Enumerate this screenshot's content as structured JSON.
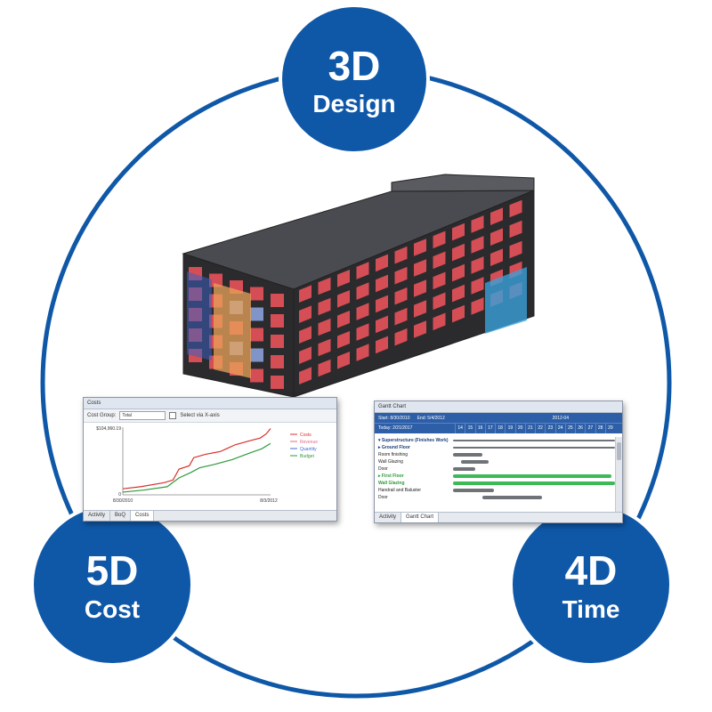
{
  "nodes": {
    "design": {
      "number": "3D",
      "label": "Design"
    },
    "cost": {
      "number": "5D",
      "label": "Cost"
    },
    "time": {
      "number": "4D",
      "label": "Time"
    }
  },
  "colors": {
    "ring": "#0f58a8",
    "node_fill": "#0f58a8",
    "building_glass": "#e8525a",
    "building_frame": "#2b2b2e",
    "cost_line": "#d9302c",
    "budget_line": "#2f9a3b",
    "gantt_header": "#2d5fa8"
  },
  "cost_window": {
    "title": "Costs",
    "group_label": "Cost Group:",
    "group_value": "Total",
    "checkbox_label": "Select via X-axis",
    "y_top_label": "$104,960.19",
    "y_zero_label": "0",
    "x_start_label": "8/30/2010",
    "x_end_label": "8/3/2012",
    "legend": [
      "Costs",
      "Revenue",
      "Quantity",
      "Budget"
    ],
    "tabs": [
      "Activity",
      "BoQ",
      "Costs"
    ]
  },
  "gantt_window": {
    "title": "Gantt Chart",
    "start_label": "Start: 8/30/2010",
    "end_label": "End: 5/4/2012",
    "today_label": "Today: 2/21/2017",
    "month_label": "2012-04",
    "days": [
      "14",
      "15",
      "16",
      "17",
      "18",
      "19",
      "20",
      "21",
      "22",
      "23",
      "24",
      "25",
      "26",
      "27",
      "28",
      "29"
    ],
    "tasks": [
      {
        "name": "Superstructure (Finishes Work)",
        "style": "bold"
      },
      {
        "name": "Ground Floor",
        "style": "bold"
      },
      {
        "name": "Room finishing",
        "style": "normal"
      },
      {
        "name": "Wall Glazing",
        "style": "normal"
      },
      {
        "name": "Door",
        "style": "normal"
      },
      {
        "name": "First Floor",
        "style": "green"
      },
      {
        "name": "Wall Glazing",
        "style": "green"
      },
      {
        "name": "Handrail and Baluster",
        "style": "normal"
      },
      {
        "name": "Door",
        "style": "normal"
      }
    ],
    "tabs": [
      "Activity",
      "Gantt Chart"
    ]
  }
}
